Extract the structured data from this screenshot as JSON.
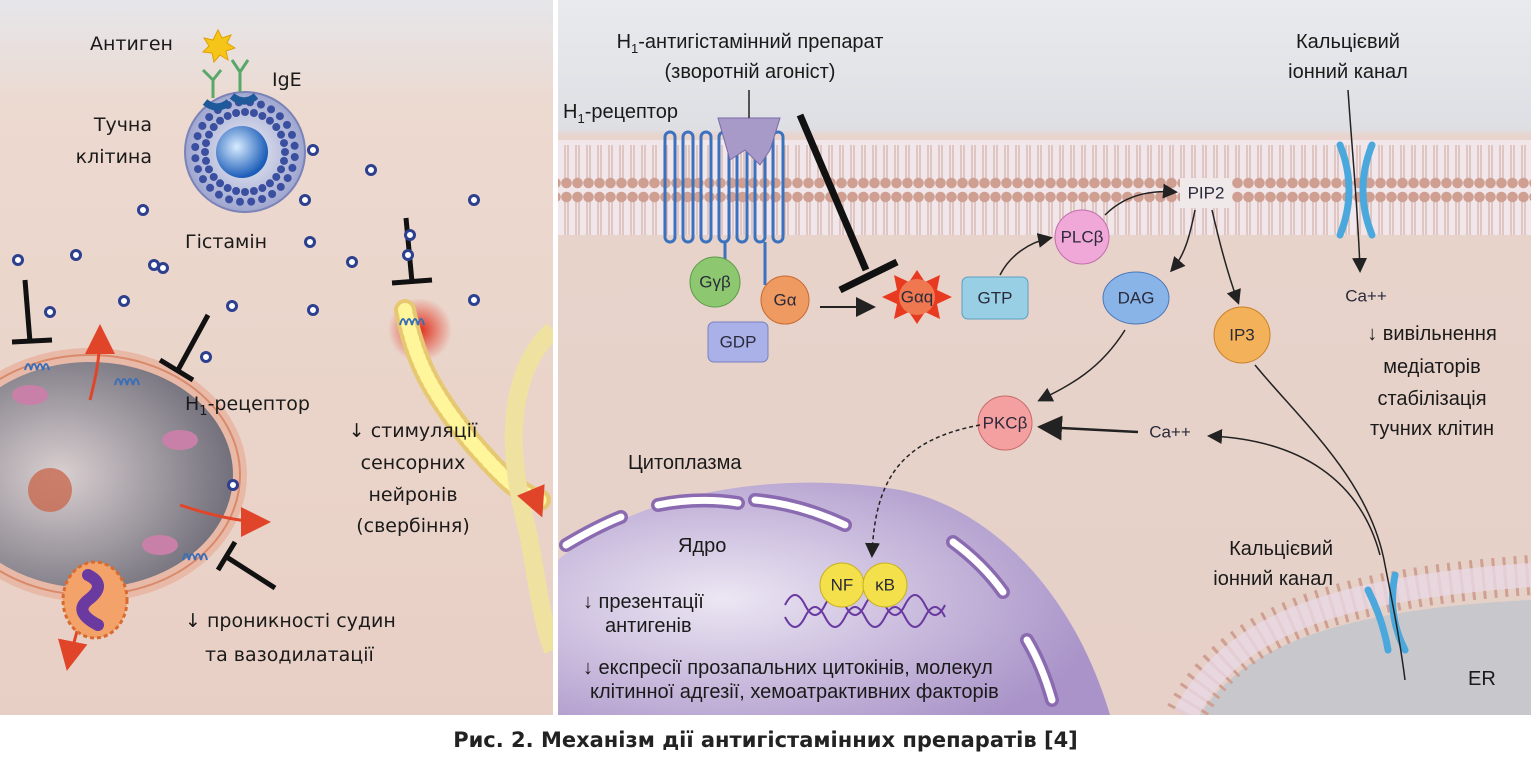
{
  "left_panel": {
    "antigen": "Антиген",
    "ige": "IgE",
    "mast_cell": [
      "Тучна",
      "клітина"
    ],
    "histamine": "Гістамін",
    "h1_receptor": {
      "prefix": "H",
      "sub": "1",
      "rest": "-рецептор"
    },
    "sensory": [
      "↓ стимуляції",
      "сенсорних",
      "нейронів",
      "(свербіння)"
    ],
    "vascular": [
      "↓ проникності судин",
      "та вазодилатації"
    ]
  },
  "right_panel": {
    "drug": {
      "prefix": "H",
      "sub": "1",
      "rest": "-антигістамінний препарат",
      "line2": "(зворотній агоніст)"
    },
    "h1_receptor": {
      "prefix": "H",
      "sub": "1",
      "rest": "-рецептор"
    },
    "calcium_channel_top": [
      "Кальцієвий",
      "іонний канал"
    ],
    "molecules": {
      "gbg": "Gγβ",
      "ga": "Gα",
      "gdp": "GDP",
      "gaq": "Gαq",
      "gtp": "GTP",
      "plcb": "PLCβ",
      "pip2": "PIP2",
      "dag": "DAG",
      "ip3": "IP3",
      "pkcb": "PKCβ",
      "ca_top": "Ca++",
      "ca_mid": "Ca++",
      "nf": "NF",
      "kb": "κB"
    },
    "release": [
      "↓ вивільнення",
      "медіаторів",
      "стабілізація",
      "тучних клітин"
    ],
    "cytoplasm": "Цитоплазма",
    "nucleus": "Ядро",
    "presentation": [
      "↓ презентації",
      "антигенів"
    ],
    "expression": [
      "↓ експресії прозапальних цитокінів, молекул",
      "клітинної адгезії, хемоатрактивних факторів"
    ],
    "calcium_channel_er": [
      "Кальцієвий",
      "іонний канал"
    ],
    "er": "ER"
  },
  "caption": "Рис. 2. Механізм дії антигістамінних препаратів [4]",
  "colors": {
    "tissue": "#ecd5c8",
    "membrane_head": "#c99a8c",
    "nucleus": "#b9a6d3",
    "histamine": "#2d3f8f",
    "channel": "#4aa8dc"
  }
}
